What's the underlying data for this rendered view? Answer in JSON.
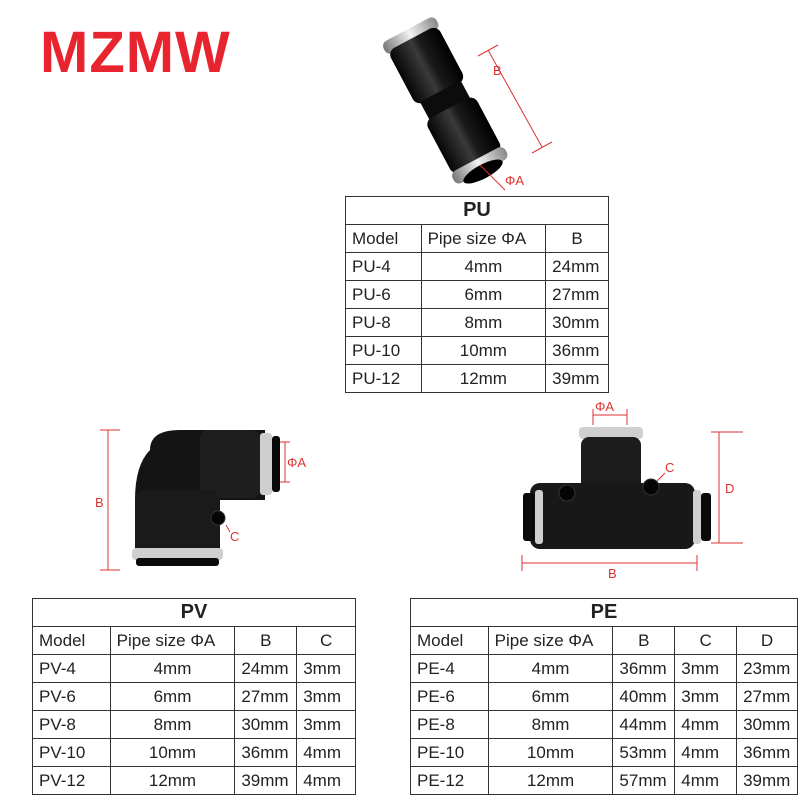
{
  "brand": {
    "name": "MZMW",
    "color": "#e8252f"
  },
  "colors": {
    "dimension_lines": "#dd3333",
    "fitting_body": "#151515",
    "ring": "#c8c8c8"
  },
  "fittings": {
    "pu": {
      "labels": {
        "a": "ΦA",
        "b": "B"
      }
    },
    "pv": {
      "labels": {
        "a": "ΦA",
        "b": "B",
        "c": "C"
      }
    },
    "pe": {
      "labels": {
        "a": "ΦA",
        "b": "B",
        "c": "C",
        "d": "D"
      }
    }
  },
  "tables": {
    "pu": {
      "title": "PU",
      "headers": [
        "Model",
        "Pipe size ΦA",
        "B"
      ],
      "rows": [
        [
          "PU-4",
          "4mm",
          "24mm"
        ],
        [
          "PU-6",
          "6mm",
          "27mm"
        ],
        [
          "PU-8",
          "8mm",
          "30mm"
        ],
        [
          "PU-10",
          "10mm",
          "36mm"
        ],
        [
          "PU-12",
          "12mm",
          "39mm"
        ]
      ]
    },
    "pv": {
      "title": "PV",
      "headers": [
        "Model",
        "Pipe size ΦA",
        "B",
        "C"
      ],
      "rows": [
        [
          "PV-4",
          "4mm",
          "24mm",
          "3mm"
        ],
        [
          "PV-6",
          "6mm",
          "27mm",
          "3mm"
        ],
        [
          "PV-8",
          "8mm",
          "30mm",
          "3mm"
        ],
        [
          "PV-10",
          "10mm",
          "36mm",
          "4mm"
        ],
        [
          "PV-12",
          "12mm",
          "39mm",
          "4mm"
        ]
      ]
    },
    "pe": {
      "title": "PE",
      "headers": [
        "Model",
        "Pipe size ΦA",
        "B",
        "C",
        "D"
      ],
      "rows": [
        [
          "PE-4",
          "4mm",
          "36mm",
          "3mm",
          "23mm"
        ],
        [
          "PE-6",
          "6mm",
          "40mm",
          "3mm",
          "27mm"
        ],
        [
          "PE-8",
          "8mm",
          "44mm",
          "4mm",
          "30mm"
        ],
        [
          "PE-10",
          "10mm",
          "53mm",
          "4mm",
          "36mm"
        ],
        [
          "PE-12",
          "12mm",
          "57mm",
          "4mm",
          "39mm"
        ]
      ]
    }
  }
}
